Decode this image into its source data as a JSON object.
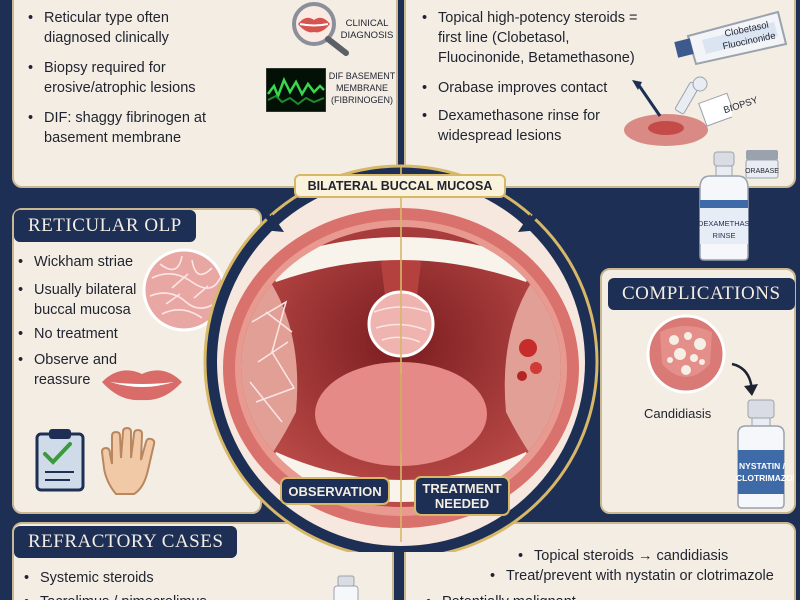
{
  "diagnosis": {
    "bullets": [
      "Reticular type often diagnosed clinically",
      "Biopsy required for erosive/atrophic lesions",
      "DIF: shaggy fibrinogen at basement membrane"
    ],
    "clinical_caption": "CLINICAL DIAGNOSIS",
    "dif_caption": "DIF BASEMENT MEMBRANE (FIBRINOGEN)"
  },
  "treatment": {
    "bullets": [
      "Topical high-potency steroids = first line (Clobetasol, Fluocinonide, Betamethasone)",
      "Orabase improves contact",
      "Dexamethasone rinse for widespread lesions"
    ],
    "tube_label": "Clobetasol Fluocinonide",
    "biopsy_label": "BIOPSY",
    "orabase_label": "ORABASE",
    "rinse_label": "DEXAMETHASONE RINSE"
  },
  "center": {
    "title": "BILATERAL BUCCAL MUCOSA",
    "observation": "OBSERVATION",
    "treatment_needed": "TREATMENT NEEDED"
  },
  "reticular": {
    "title": "RETICULAR OLP",
    "bullets": [
      "Wickham striae",
      "Usually bilateral buccal mucosa",
      "No treatment",
      "Observe and reassure"
    ]
  },
  "complications": {
    "title": "COMPLICATIONS",
    "candidiasis": "Candidiasis",
    "bottle_label": "NYSTATIN / CLOTRIMAZOLE"
  },
  "refractory": {
    "title": "REFRACTORY CASES",
    "bullets": [
      "Systemic steroids",
      "Tacrolimus / pimecrolimus"
    ]
  },
  "bottom_right": {
    "bullets": [
      "Topical steroids → candidiasis",
      "Treat/prevent with nystatin or clotrimazole",
      "Potentially malignant"
    ]
  },
  "colors": {
    "navy": "#1d2f55",
    "cream": "#f4ede3",
    "gold": "#d7b868"
  }
}
